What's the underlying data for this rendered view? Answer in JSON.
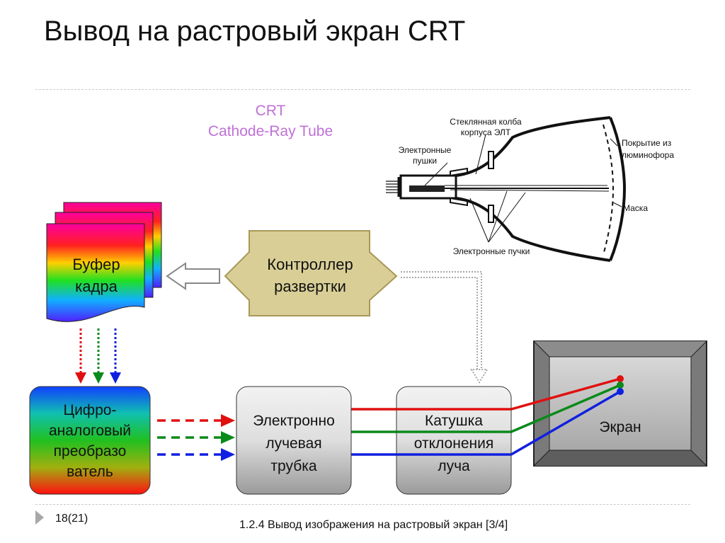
{
  "title": "Вывод на растровый экран CRT",
  "crt_heading": {
    "line1": "CRT",
    "line2": "Cathode-Ray Tube"
  },
  "tube_labels": {
    "glass_line1": "Стеклянная колба",
    "glass_line2": "корпуса ЭЛТ",
    "guns_line1": "Электронные",
    "guns_line2": "пушки",
    "coating_line1": "Покрытие из",
    "coating_line2": "люминофора",
    "mask": "Маска",
    "beams": "Электронные пучки"
  },
  "blocks": {
    "frame_buffer": [
      "Буфер",
      "кадра"
    ],
    "controller": [
      "Контроллер",
      "развертки"
    ],
    "dac": [
      "Цифро-",
      "аналоговый",
      "преобразо",
      "ватель"
    ],
    "tube": [
      "Электронно",
      "лучевая",
      "трубка"
    ],
    "coil": [
      "Катушка",
      "отклонения",
      "луча"
    ],
    "screen": [
      "Экран"
    ]
  },
  "colors": {
    "red": "#e01010",
    "green": "#0a8a1a",
    "blue": "#1020e0",
    "controller_fill": "#d9cf96",
    "controller_stroke": "#a89858",
    "heading": "#c070d8",
    "dotted_arrow": "#a0a0a0"
  },
  "footer": {
    "page": "18(21)",
    "section": "1.2.4 Вывод изображения на растровый экран  [3/4]"
  },
  "icons": {
    "nav": "triangle-right-icon"
  }
}
